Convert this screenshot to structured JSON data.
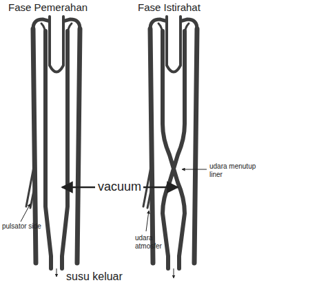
{
  "diagram": {
    "labels": [
      "Fase Pemerahan",
      "Fase Istirahat",
      "vacuum",
      "udara menutup liner",
      "pulsator side",
      "udara atmosfer",
      "susu keluar"
    ]
  }
}
